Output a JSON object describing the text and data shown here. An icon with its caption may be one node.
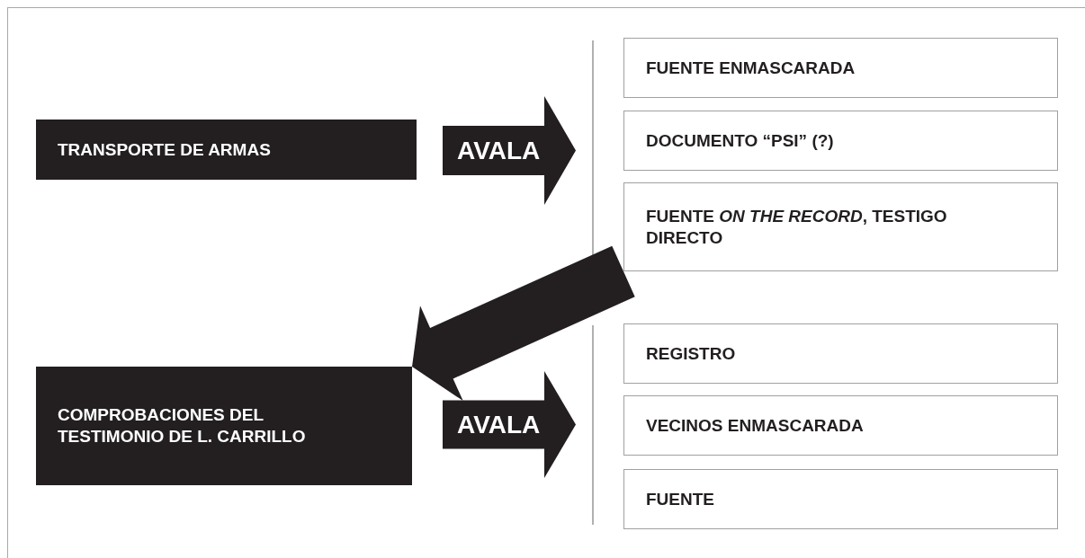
{
  "diagram": {
    "nodes": [
      {
        "text": [
          "TRANSPORTE DE ARMAS"
        ]
      },
      {
        "text": [
          "AVALA"
        ]
      },
      {
        "text": [
          "FUENTE ENMASCARADA"
        ]
      },
      {
        "text": [
          "DOCUMENTO “PSI” (?)"
        ]
      },
      {
        "text": [
          "FUENTE *ON THE RECORD*, TESTIGO DIRECTO"
        ]
      },
      {
        "text": [
          "COMPROBACIONES DEL TESTIMONIO DE L. CARRILLO"
        ]
      },
      {
        "text": [
          "AVALA"
        ]
      },
      {
        "text": [
          "REGISTRO"
        ]
      },
      {
        "text": [
          "VECINOS ENMASCARADA"
        ]
      },
      {
        "text": [
          "FUENTE"
        ]
      }
    ],
    "edges": [
      {
        "from": 4,
        "to": 5,
        "arrow": "to",
        "style": "thick"
      }
    ]
  }
}
